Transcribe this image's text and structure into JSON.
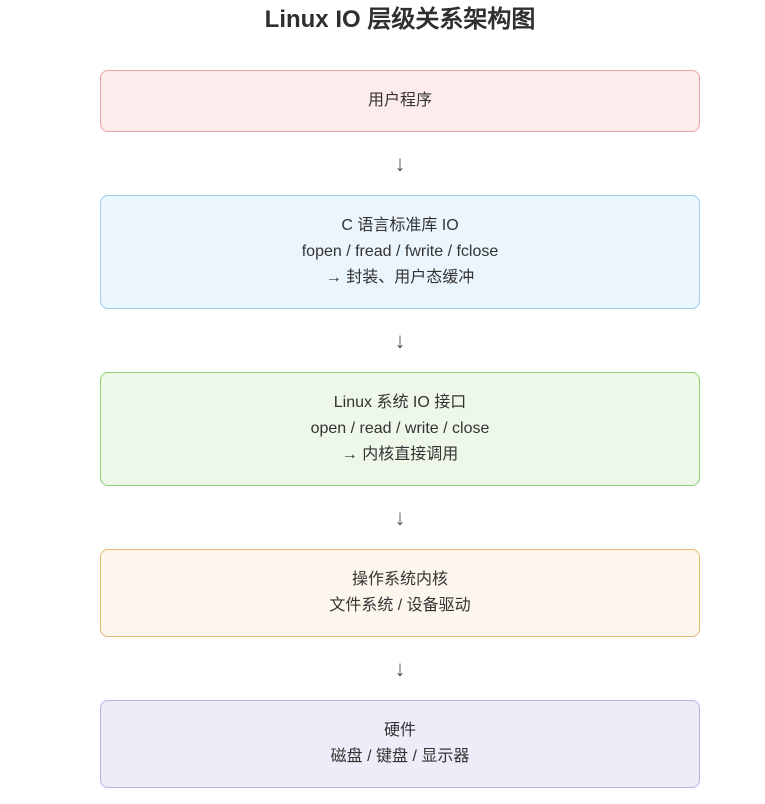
{
  "page": {
    "title": "Linux IO 层级关系架构图",
    "background_color": "#ffffff",
    "text_color": "#333333",
    "arrow_glyph": "↓",
    "arrow_color": "#555555"
  },
  "flow": {
    "nodes": [
      {
        "id": "user-program",
        "lines": [
          "用户程序"
        ],
        "bg_color": "#fdecec",
        "border_color": "#f0a0a0"
      },
      {
        "id": "c-stdlib-io",
        "lines": [
          "C 语言标准库 IO",
          "fopen / fread / fwrite / fclose",
          "→ 封装、用户态缓冲"
        ],
        "bg_color": "#eaf5fd",
        "border_color": "#9ccff0"
      },
      {
        "id": "linux-syscall-io",
        "lines": [
          "Linux 系统 IO 接口",
          "open / read / write / close",
          "→ 内核直接调用"
        ],
        "bg_color": "#edf8e9",
        "border_color": "#8fd077"
      },
      {
        "id": "os-kernel",
        "lines": [
          "操作系统内核",
          "文件系统 / 设备驱动"
        ],
        "bg_color": "#fdf6ed",
        "border_color": "#e6b96e"
      },
      {
        "id": "hardware",
        "lines": [
          "硬件",
          "磁盘 / 键盘 / 显示器"
        ],
        "bg_color": "#ededfa",
        "border_color": "#b3b3e8"
      }
    ]
  }
}
